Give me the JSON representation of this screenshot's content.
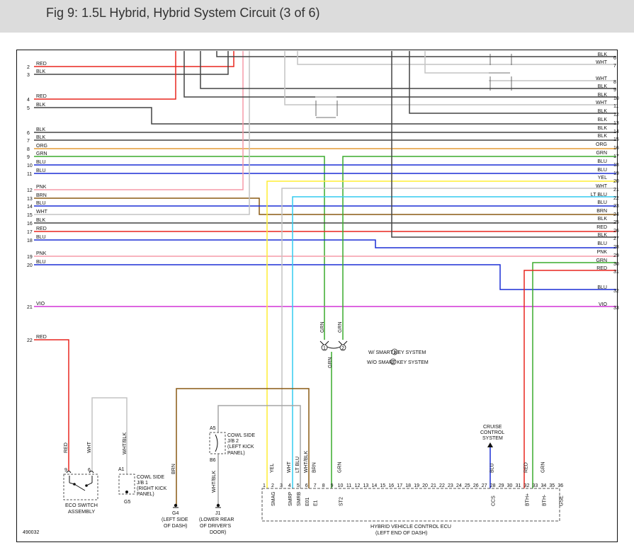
{
  "title": "Fig 9: 1.5L Hybrid, Hybrid System Circuit (3 of 6)",
  "figure_id": "490032",
  "colors": {
    "RED": "#e8261f",
    "BLK": "#444444",
    "WHT": "#c4c4c4",
    "ORG": "#e39a33",
    "GRN": "#3aab2d",
    "BLU": "#1b2fd6",
    "PNK": "#f59aa8",
    "BRN": "#8a5a14",
    "YEL": "#ffee33",
    "VIO": "#d233d6",
    "LTBLU": "#33ccf0",
    "WHTBLK": "#a6a6a6"
  },
  "left_wires": [
    {
      "num": "2",
      "color": "RED"
    },
    {
      "num": "3",
      "color": "BLK"
    },
    {
      "num": "4",
      "color": "RED"
    },
    {
      "num": "5",
      "color": "BLK"
    },
    {
      "num": "6",
      "color": "BLK"
    },
    {
      "num": "7",
      "color": "BLK"
    },
    {
      "num": "8",
      "color": "ORG"
    },
    {
      "num": "9",
      "color": "GRN"
    },
    {
      "num": "10",
      "color": "BLU"
    },
    {
      "num": "11",
      "color": "BLU"
    },
    {
      "num": "12",
      "color": "PNK"
    },
    {
      "num": "13",
      "color": "BRN"
    },
    {
      "num": "14",
      "color": "BLU"
    },
    {
      "num": "15",
      "color": "WHT"
    },
    {
      "num": "16",
      "color": "BLK"
    },
    {
      "num": "17",
      "color": "RED"
    },
    {
      "num": "18",
      "color": "BLU"
    },
    {
      "num": "19",
      "color": "PNK"
    },
    {
      "num": "20",
      "color": "BLU"
    },
    {
      "num": "21",
      "color": "VIO"
    },
    {
      "num": "22",
      "color": "RED"
    }
  ],
  "right_wires": [
    {
      "num": "6",
      "color": "BLK"
    },
    {
      "num": "7",
      "color": "WHT"
    },
    {
      "num": "8",
      "color": "WHT"
    },
    {
      "num": "9",
      "color": "BLK"
    },
    {
      "num": "10",
      "color": "BLK"
    },
    {
      "num": "11",
      "color": "WHT"
    },
    {
      "num": "12",
      "color": "BLK"
    },
    {
      "num": "13",
      "color": "BLK"
    },
    {
      "num": "14",
      "color": "BLK"
    },
    {
      "num": "15",
      "color": "BLK"
    },
    {
      "num": "16",
      "color": "ORG"
    },
    {
      "num": "17",
      "color": "GRN"
    },
    {
      "num": "18",
      "color": "BLU"
    },
    {
      "num": "19",
      "color": "BLU"
    },
    {
      "num": "20",
      "color": "YEL"
    },
    {
      "num": "21",
      "color": "WHT"
    },
    {
      "num": "22",
      "color": "LT BLU"
    },
    {
      "num": "23",
      "color": "BLU"
    },
    {
      "num": "24",
      "color": "BRN"
    },
    {
      "num": "25",
      "color": "BLK"
    },
    {
      "num": "26",
      "color": "RED"
    },
    {
      "num": "27",
      "color": "BLK"
    },
    {
      "num": "28",
      "color": "BLU"
    },
    {
      "num": "29",
      "color": "PNK"
    },
    {
      "num": "30",
      "color": "GRN"
    },
    {
      "num": "31",
      "color": "RED"
    },
    {
      "num": "32",
      "color": "BLU"
    },
    {
      "num": "33",
      "color": "VIO"
    }
  ],
  "splice": {
    "grn1": "GRN",
    "grn2": "GRN",
    "pin1": "1",
    "pin2": "2",
    "out_label": "GRN"
  },
  "legend": {
    "item1": "W/ SMART KEY SYSTEM",
    "item1_num": "1",
    "item2": "W/O SMART KEY SYSTEM",
    "item2_num": "2"
  },
  "eco": {
    "pin_a": "9",
    "pin_b": "6",
    "wire_red": "RED",
    "wire_wht": "WHT",
    "name_line1": "ECO SWITCH",
    "name_line2": "ASSEMBLY"
  },
  "whtblk_label": "WHT/BLK",
  "jb1": {
    "pin_top": "A1",
    "pin_bottom": "G5",
    "line1": "COWL SIDE",
    "line2": "J/B 1",
    "line3": "(RIGHT KICK",
    "line4": "PANEL)"
  },
  "jb2": {
    "pin_top": "A5",
    "pin_bottom": "B6",
    "line1": "COWL SIDE",
    "line2": "J/B 2",
    "line3": "(LEFT KICK",
    "line4": "PANEL)",
    "wire_label": "WHT/BLK"
  },
  "ground_g4": {
    "id": "G4",
    "line1": "(LEFT SIDE",
    "line2": "OF DASH)",
    "wire_label": "BRN"
  },
  "ground_j1": {
    "id": "J1",
    "line1": "(LOWER REAR",
    "line2": "OF DRIVER'S",
    "line3": "DOOR)"
  },
  "cruise": {
    "line1": "CRUISE",
    "line2": "CONTROL",
    "line3": "SYSTEM"
  },
  "ecu": {
    "line1": "HYBRID VEHICLE CONTROL ECU",
    "line2": "(LEFT END OF DASH)",
    "pins": [
      "1",
      "2",
      "3",
      "4",
      "5",
      "6",
      "7",
      "8",
      "9",
      "10",
      "11",
      "12",
      "13",
      "14",
      "15",
      "16",
      "17",
      "18",
      "19",
      "20",
      "21",
      "22",
      "23",
      "24",
      "25",
      "26",
      "27",
      "28",
      "29",
      "30",
      "31",
      "32",
      "33",
      "34",
      "35",
      "36"
    ],
    "terminals": [
      {
        "pin": "2",
        "name": "SMAG"
      },
      {
        "pin": "4",
        "name": "SMRP"
      },
      {
        "pin": "5",
        "name": "SMRB"
      },
      {
        "pin": "6",
        "name": "E01"
      },
      {
        "pin": "7",
        "name": "E1"
      },
      {
        "pin": "10",
        "name": "ST2"
      },
      {
        "pin": "28",
        "name": "CCS"
      },
      {
        "pin": "32",
        "name": "BTH+"
      },
      {
        "pin": "34",
        "name": "BTH-"
      },
      {
        "pin": "36",
        "name": "GSE"
      }
    ],
    "wire_labels": [
      {
        "pin": "2",
        "label": "YEL"
      },
      {
        "pin": "4",
        "label": "WHT"
      },
      {
        "pin": "5",
        "label": "LT BLU"
      },
      {
        "pin": "6",
        "label": "WHT/BLK"
      },
      {
        "pin": "7",
        "label": "BRN"
      },
      {
        "pin": "10",
        "label": "GRN"
      },
      {
        "pin": "28",
        "label": "BLU"
      },
      {
        "pin": "32",
        "label": "RED"
      },
      {
        "pin": "34",
        "label": "GRN"
      }
    ]
  }
}
